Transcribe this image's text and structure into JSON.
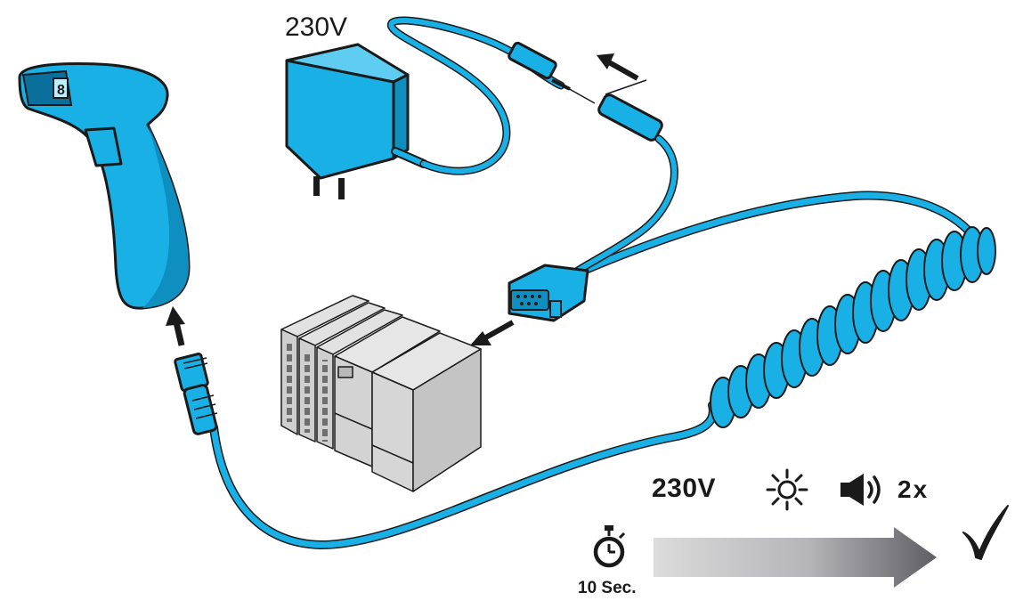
{
  "labels": {
    "power_supply_voltage": "230V",
    "sequence_voltage": "230V",
    "beep_count": "2x",
    "timer": "10 Sec."
  },
  "colors": {
    "device_blue": "#19b0e6",
    "device_blue_dark": "#0a6f9a",
    "outline": "#1a1a1a",
    "terminal_gray": "#cfcfcf",
    "arrow_dark": "#606066",
    "arrow_light": "#d9d9d9"
  },
  "icons": {
    "led": "sun-icon",
    "beep": "speaker-icon",
    "timer": "stopwatch-icon",
    "done": "checkmark-icon"
  }
}
